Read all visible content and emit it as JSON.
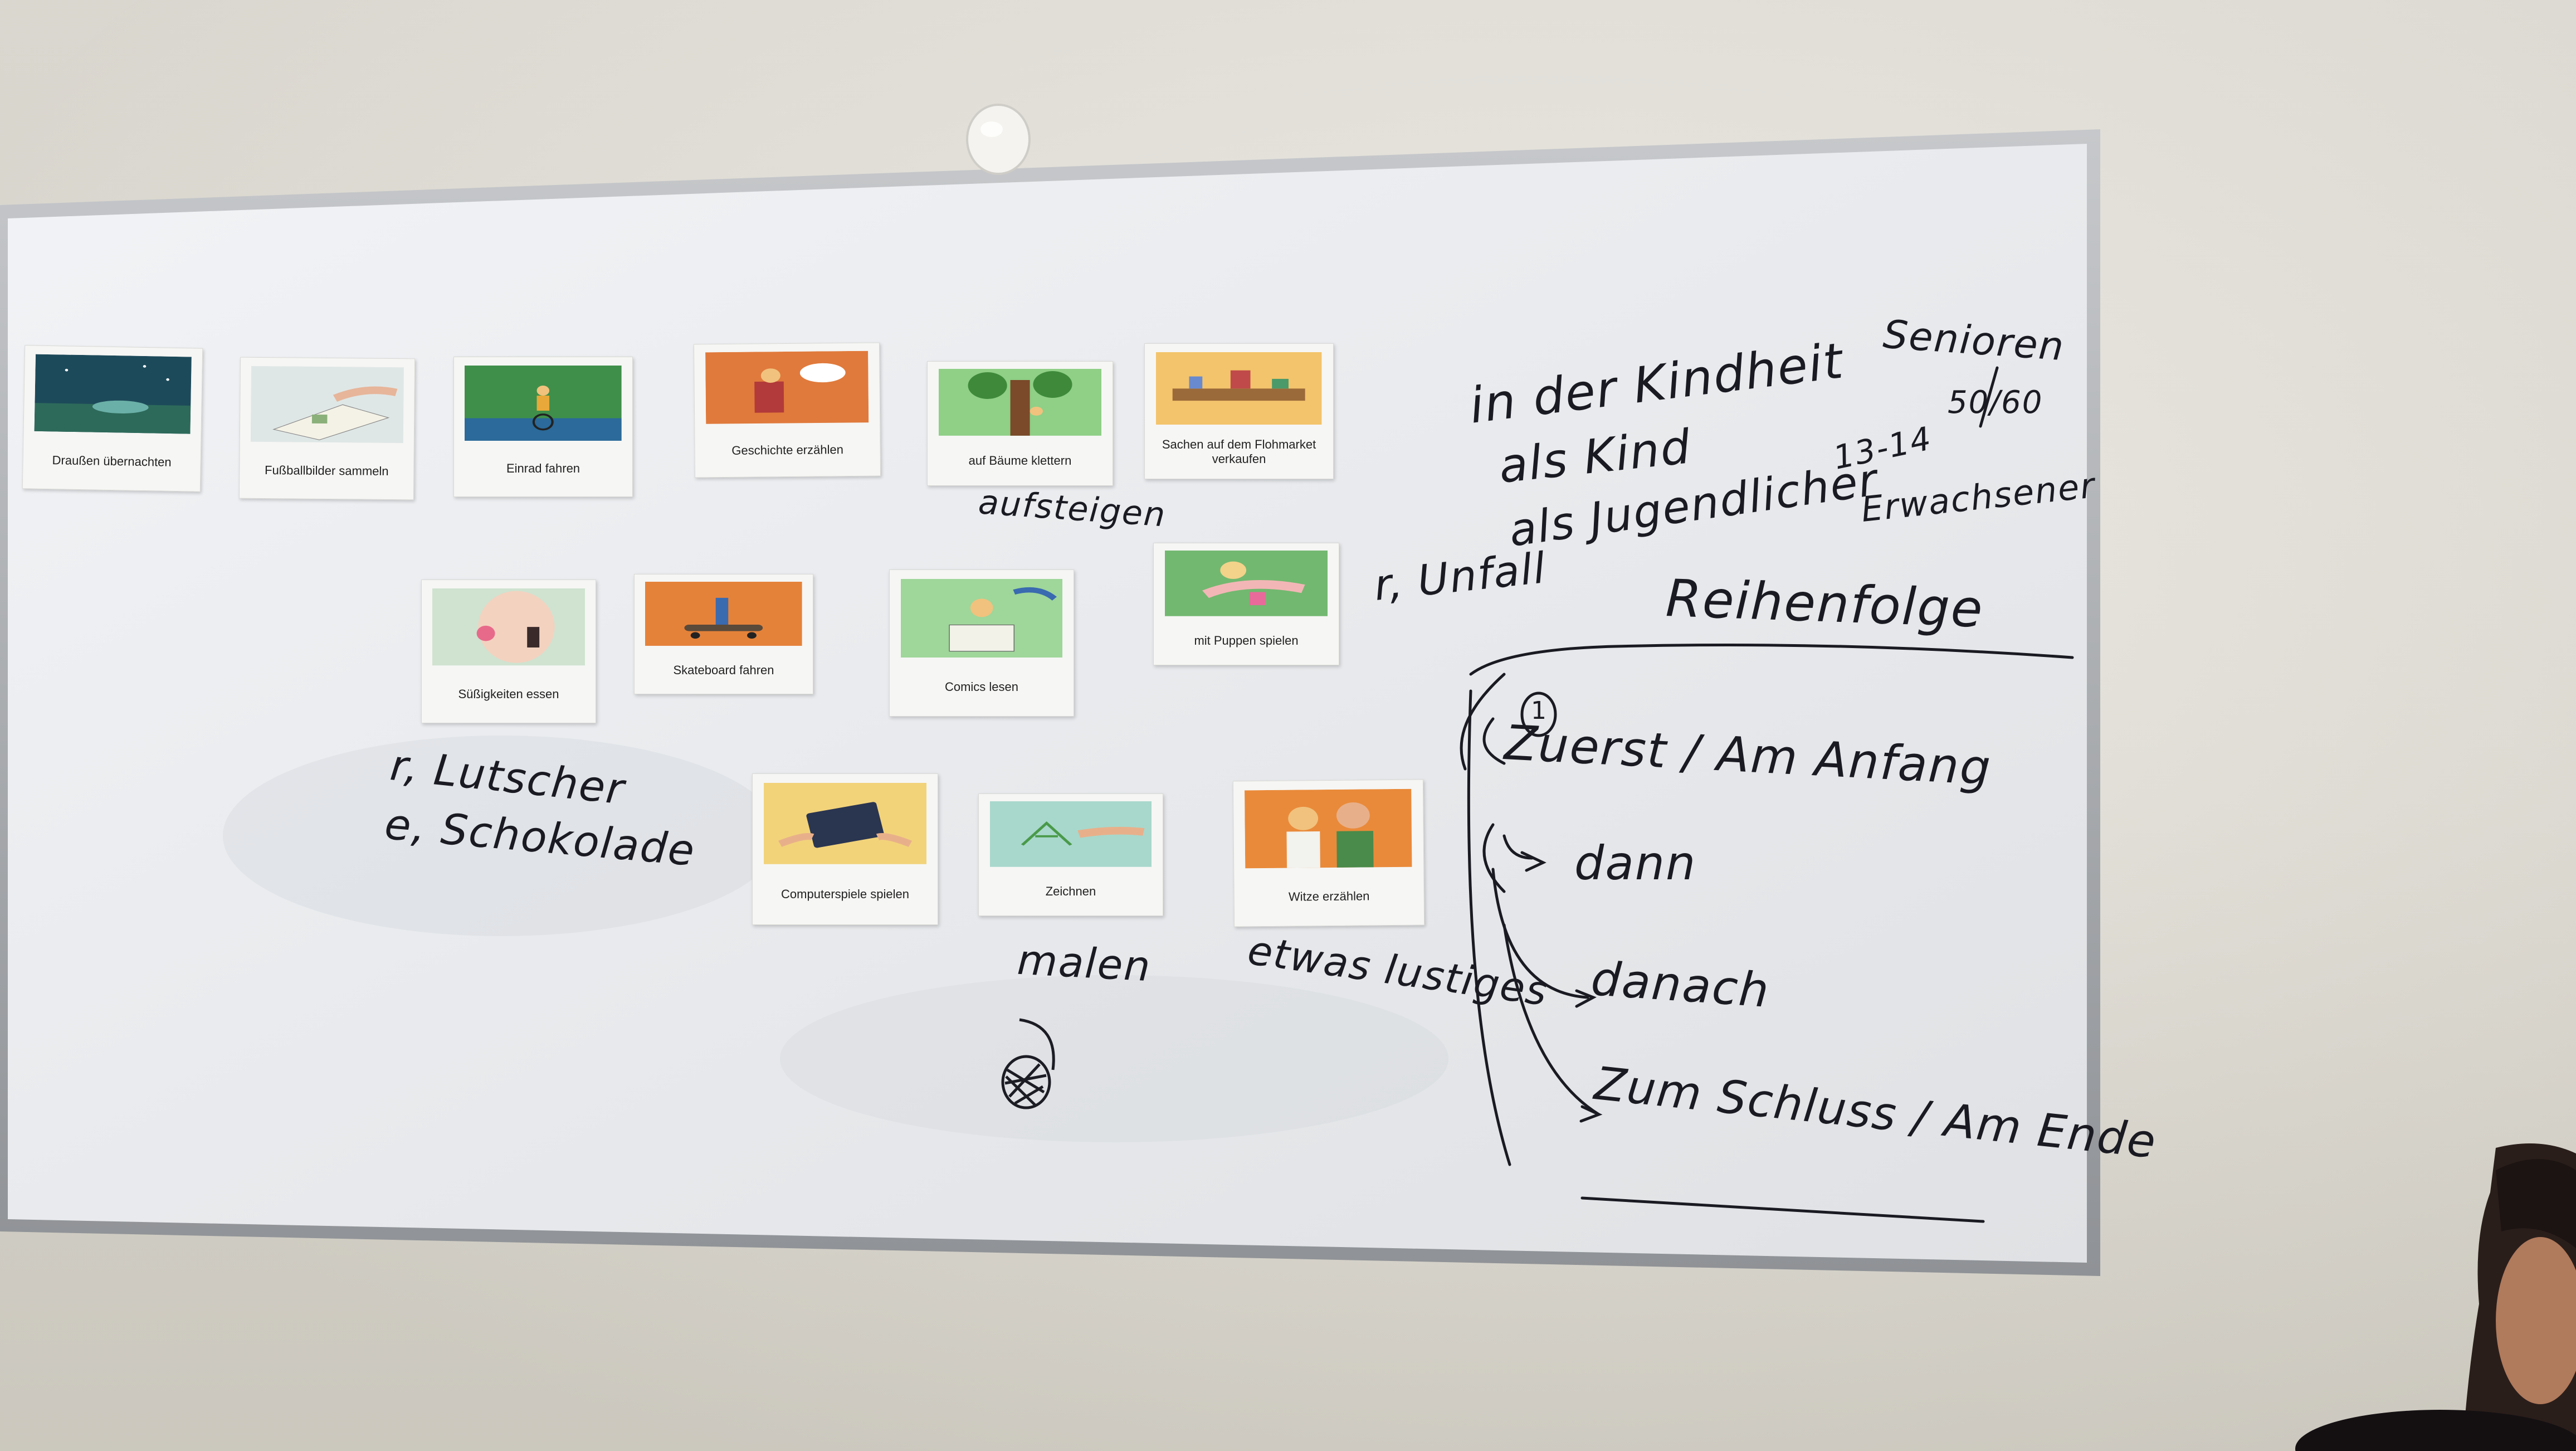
{
  "cards": {
    "c1": "Draußen übernachten",
    "c2": "Fußballbilder sammeln",
    "c3": "Einrad fahren",
    "c4": "Geschichte erzählen",
    "c5": "auf Bäume klettern",
    "c6": "Sachen auf dem Flohmarket verkaufen",
    "c7": "Süßigkeiten essen",
    "c8": "Skateboard fahren",
    "c9": "Comics lesen",
    "c10": "mit Puppen spielen",
    "c11": "Computerspiele spielen",
    "c12": "Zeichnen",
    "c13": "Witze erzählen"
  },
  "handwriting": {
    "aufsteigen": "aufsteigen",
    "unfall": "r, Unfall",
    "lutscher": "r, Lutscher",
    "schokolade": "e, Schokolade",
    "malen": "malen",
    "lustiges": "etwas lustiges",
    "kindheit": "in der Kindheit",
    "kind": "als Kind",
    "jugendlicher": "als Jugendlicher",
    "age": "13-14",
    "erwachsener": "Erwachsener",
    "senioren": "Senioren",
    "senioren_age": "50/60",
    "reihenfolge": "Reihenfolge",
    "number_one": "1",
    "zuerst": "Zuerst / Am Anfang",
    "dann": "dann",
    "danach": "danach",
    "schluss": "Zum Schluss / Am Ende"
  },
  "colors": {
    "wall": "#e3e0d8",
    "board": "#e9ebee",
    "frame": "#a9acb0",
    "marker": "#1a1a22"
  }
}
